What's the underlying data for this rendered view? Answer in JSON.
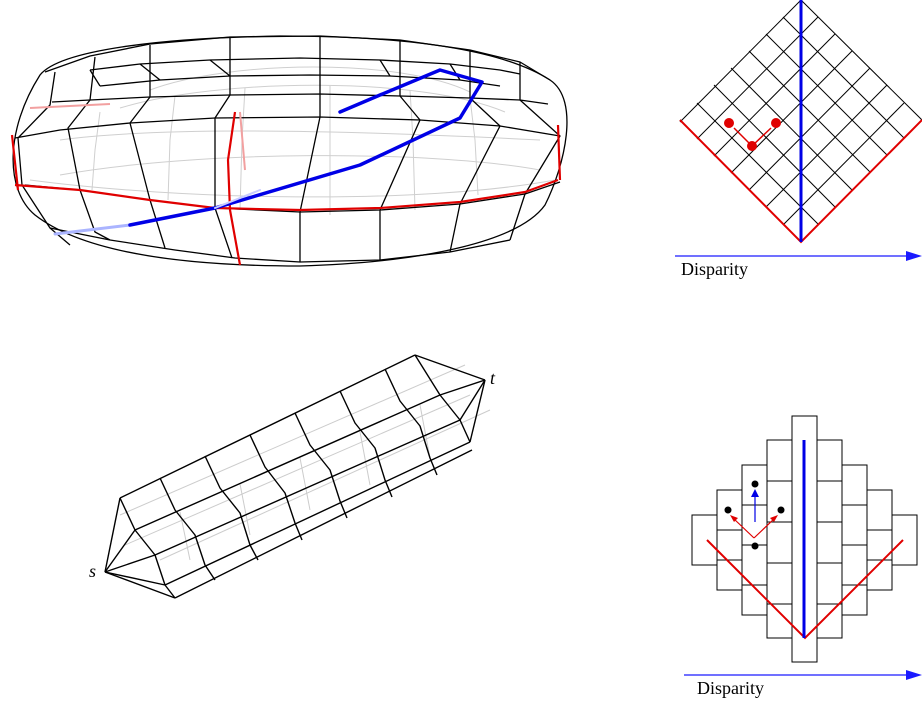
{
  "figure": {
    "top_right": {
      "axis_label": "Disparity"
    },
    "bottom_left": {
      "source_label": "s",
      "sink_label": "t"
    },
    "bottom_right": {
      "axis_label": "Disparity"
    }
  },
  "colors": {
    "mesh": "#000000",
    "mesh_hidden": "#c8c8c8",
    "red_path": "#e00000",
    "blue_path": "#0000e6",
    "axis": "#1a1aff"
  }
}
